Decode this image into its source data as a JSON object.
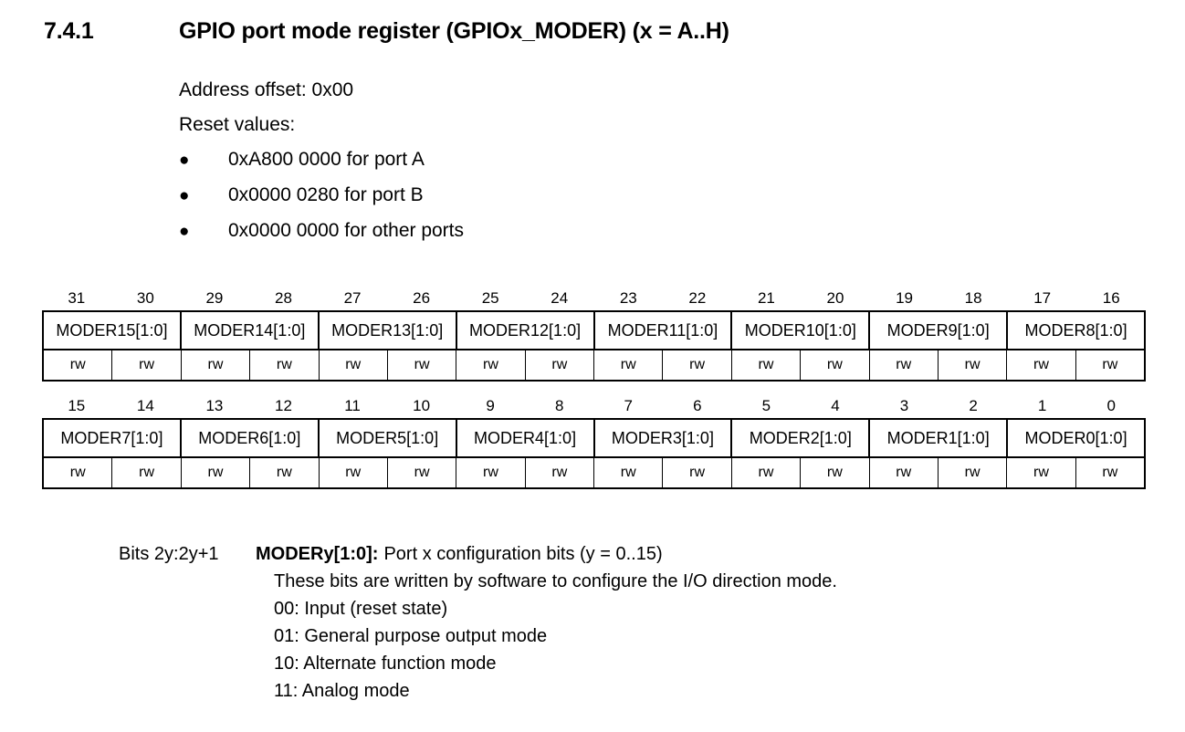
{
  "heading": {
    "number": "7.4.1",
    "title": "GPIO port mode register (GPIOx_MODER) (x = A..H)"
  },
  "intro": {
    "address_offset": "Address offset: 0x00",
    "reset_values_label": "Reset values:",
    "bullet_glyph": "●",
    "reset_values": [
      "0xA800 0000 for port A",
      "0x0000 0280 for port B",
      "0x0000 0000 for other ports"
    ]
  },
  "register": {
    "top": {
      "bit_numbers": [
        "31",
        "30",
        "29",
        "28",
        "27",
        "26",
        "25",
        "24",
        "23",
        "22",
        "21",
        "20",
        "19",
        "18",
        "17",
        "16"
      ],
      "fields": [
        "MODER15[1:0]",
        "MODER14[1:0]",
        "MODER13[1:0]",
        "MODER12[1:0]",
        "MODER11[1:0]",
        "MODER10[1:0]",
        "MODER9[1:0]",
        "MODER8[1:0]"
      ],
      "access": [
        "rw",
        "rw",
        "rw",
        "rw",
        "rw",
        "rw",
        "rw",
        "rw",
        "rw",
        "rw",
        "rw",
        "rw",
        "rw",
        "rw",
        "rw",
        "rw"
      ]
    },
    "bottom": {
      "bit_numbers": [
        "15",
        "14",
        "13",
        "12",
        "11",
        "10",
        "9",
        "8",
        "7",
        "6",
        "5",
        "4",
        "3",
        "2",
        "1",
        "0"
      ],
      "fields": [
        "MODER7[1:0]",
        "MODER6[1:0]",
        "MODER5[1:0]",
        "MODER4[1:0]",
        "MODER3[1:0]",
        "MODER2[1:0]",
        "MODER1[1:0]",
        "MODER0[1:0]"
      ],
      "access": [
        "rw",
        "rw",
        "rw",
        "rw",
        "rw",
        "rw",
        "rw",
        "rw",
        "rw",
        "rw",
        "rw",
        "rw",
        "rw",
        "rw",
        "rw",
        "rw"
      ]
    }
  },
  "bit_description": {
    "bits_label": "Bits 2y:2y+1",
    "field_name": "MODERy[1:0]:",
    "summary": "Port x configuration bits (y = 0..15)",
    "detail": "These bits are written by software to configure the I/O direction mode.",
    "options": [
      "00: Input (reset state)",
      "01: General purpose output mode",
      "10: Alternate function mode",
      "11: Analog mode"
    ]
  }
}
